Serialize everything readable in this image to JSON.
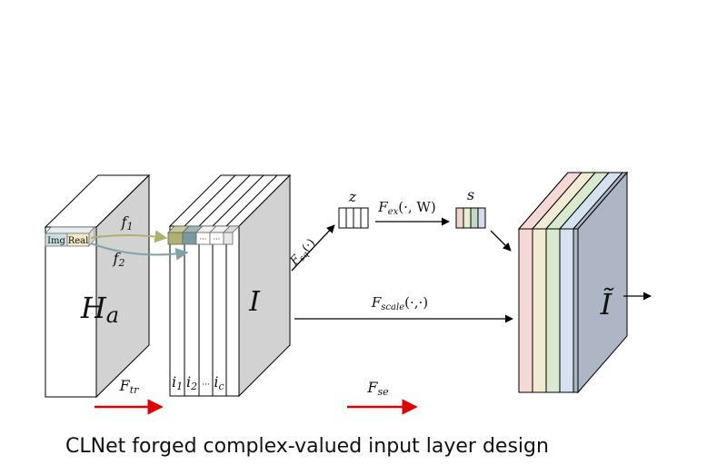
{
  "caption": "CLNet forged complex-valued input layer design",
  "blocks": {
    "ha_label": "H",
    "ha_sub": "a",
    "i_label": "I",
    "out_label": "Ĩ",
    "img_label": "Img",
    "real_label": "Real",
    "dots": "···"
  },
  "features": {
    "f1": "f",
    "f1_sub": "1",
    "f2": "f",
    "f2_sub": "2",
    "i1": "i",
    "i1_sub": "1",
    "i2": "i",
    "i2_sub": "2",
    "ic": "i",
    "ic_sub": "c",
    "dots": "···"
  },
  "ops": {
    "ftr": "F",
    "ftr_sub": "tr",
    "fse": "F",
    "fse_sub": "se",
    "fsq": "F",
    "fsq_sub": "sq",
    "fsq_arg": "(·)",
    "fex": "F",
    "fex_sub": "ex",
    "fex_arg": "(·, W)",
    "fscale": "F",
    "fscale_sub": "scale",
    "fscale_arg": "(·,·)",
    "z": "z",
    "s": "s"
  },
  "colors": {
    "block_side": "#d2d2d2",
    "block_face": "#ffffff",
    "out_side": "#aeb6c6",
    "img_color": "#c9dfe0",
    "real_color": "#f3e9c7",
    "arrow_red": "#e00000",
    "f1_arrow": "#aeb070",
    "f2_arrow": "#7fa3a3",
    "s_colors": [
      "#f1d4d0",
      "#e6efd2",
      "#c3d8c5",
      "#d4dde8"
    ],
    "out_layers": [
      "#f6d9d6",
      "#f0ebd2",
      "#d8e9cf",
      "#d6e1ef",
      "#aeb6c6"
    ]
  }
}
